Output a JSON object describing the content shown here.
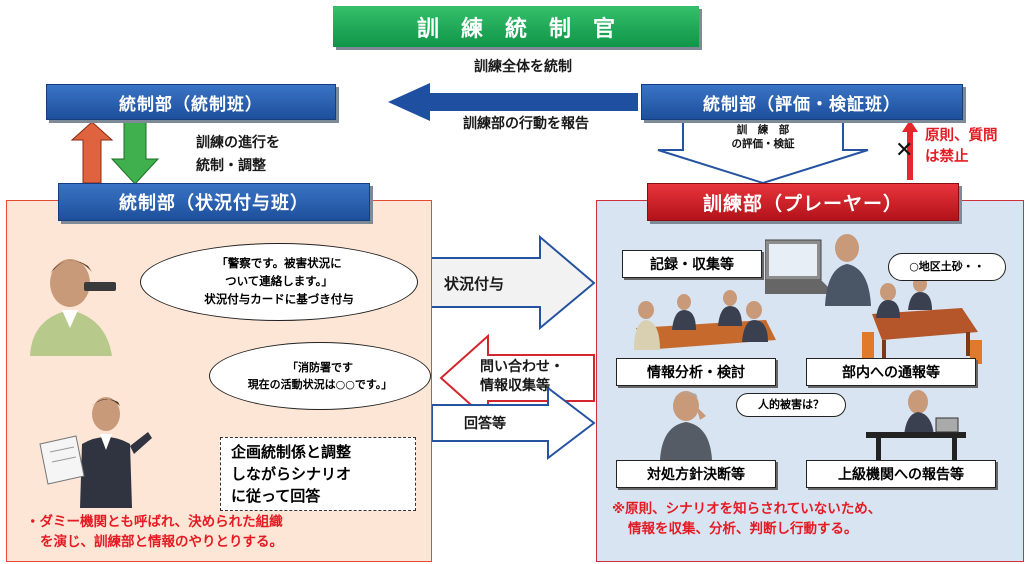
{
  "top": {
    "title_chars": [
      "訓",
      "練",
      "統",
      "制",
      "官"
    ],
    "subtitle": "訓練全体を統制"
  },
  "control_team": {
    "label": "統制部（統制班）"
  },
  "eval_team": {
    "label": "統制部（評価・検証班）"
  },
  "report_text": "訓練部の行動を報告",
  "eval_arrow": {
    "line1": "訓　練　部",
    "line2": "の評価・検証"
  },
  "progress_text": {
    "line1": "訓練の進行を",
    "line2": "統制・調整"
  },
  "forbid": {
    "line1": "原則、質問",
    "line2": "は禁止",
    "mark": "✕"
  },
  "situation_team": {
    "label": "統制部（状況付与班）"
  },
  "player": {
    "label": "訓練部（プレーヤー）"
  },
  "bubble_police": {
    "line1": "「警察です。被害状況に",
    "line2": "ついて連絡します。」",
    "line3": "状況付与カードに基づき付与"
  },
  "bubble_fire": {
    "line1": "「消防署です",
    "line2": "現在の活動状況は○○です。」"
  },
  "scenario_box": {
    "line1": "企画統制係と調整",
    "line2": "しながらシナリオ",
    "line3": "に従って回答"
  },
  "left_note": {
    "line1": "・ダミー機関とも呼ばれ、決められた組織",
    "line2": "を演じ、訓練部と情報のやりとりする。"
  },
  "arrows_mid": {
    "give": "状況付与",
    "inquiry_line1": "問い合わせ・",
    "inquiry_line2": "情報収集等",
    "answer": "回答等"
  },
  "player_items": {
    "record": "記録・収集等",
    "analysis": "情報分析・検討",
    "internal": "部内への通報等",
    "decision": "対処方針決断等",
    "upper": "上級機関への報告等"
  },
  "small_bubbles": {
    "landslide": "○地区土砂・・",
    "casualty": "人的被害は？"
  },
  "right_note": {
    "line1": "※原則、シナリオを知らされていないため、",
    "line2": "情報を収集、分析、判断し行動する。"
  },
  "colors": {
    "blue": "#1d4f9c",
    "red": "#c3171e",
    "green": "#16a052",
    "left_panel": "#fde6d6",
    "right_panel": "#d8e4f2"
  }
}
